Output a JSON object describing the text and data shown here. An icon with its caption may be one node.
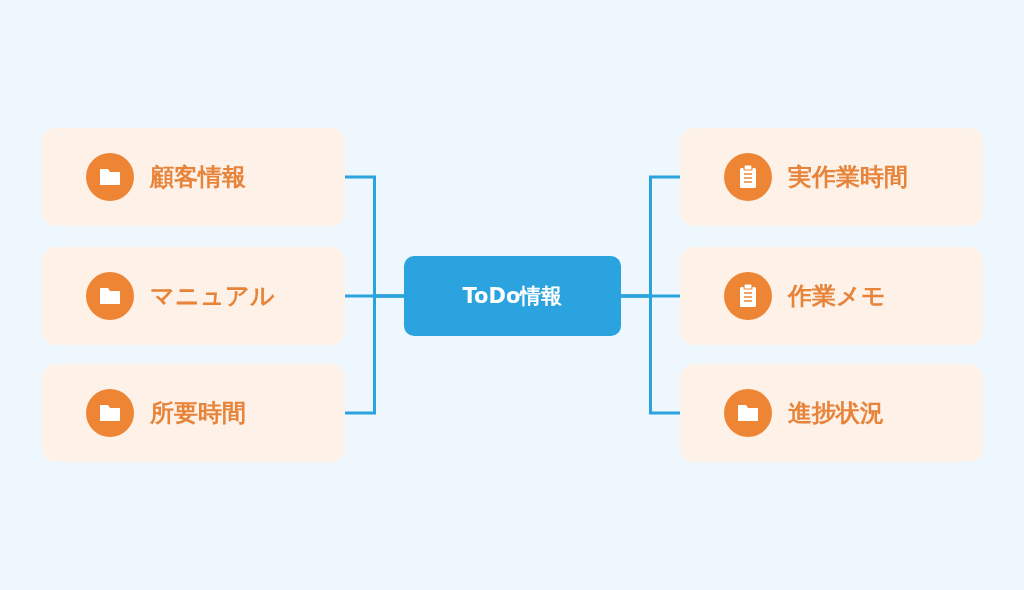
{
  "diagram": {
    "nodes": [
      {
        "text": [
          "顧客情報"
        ]
      },
      {
        "text": [
          "マニュアル"
        ]
      },
      {
        "text": [
          "所要時間"
        ]
      },
      {
        "text": [
          "ToDo情報"
        ]
      },
      {
        "text": [
          "実作業時間"
        ]
      },
      {
        "text": [
          "作業メモ"
        ]
      },
      {
        "text": [
          "進捗状況"
        ]
      }
    ],
    "edges": [
      {
        "from": 3,
        "to": 0,
        "arrow": "none"
      },
      {
        "from": 3,
        "to": 1,
        "arrow": "none"
      },
      {
        "from": 3,
        "to": 2,
        "arrow": "none"
      },
      {
        "from": 3,
        "to": 4,
        "arrow": "none"
      },
      {
        "from": 3,
        "to": 5,
        "arrow": "none"
      },
      {
        "from": 3,
        "to": 6,
        "arrow": "none"
      }
    ]
  }
}
